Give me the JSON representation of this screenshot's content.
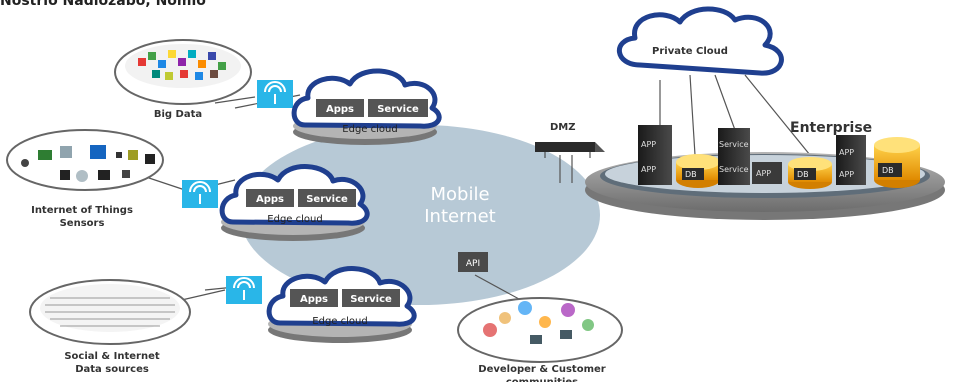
{
  "header": {
    "clipped_title": "Nostrio Nadiozabo, Nomio"
  },
  "labels": {
    "big_data": "Big Data",
    "iot_line1": "Internet of Things",
    "iot_line2": "Sensors",
    "social_line1": "Social & Internet",
    "social_line2": "Data sources",
    "dev_line1": "Developer & Customer",
    "dev_line2": "communities",
    "private_cloud": "Private Cloud",
    "dmz": "DMZ",
    "enterprise": "Enterprise",
    "mobile_line1": "Mobile",
    "mobile_line2": "Internet",
    "api": "API"
  },
  "edge_clouds": [
    {
      "apps": "Apps",
      "service": "Service",
      "label": "Edge cloud"
    },
    {
      "apps": "Apps",
      "service": "Service",
      "label": "Edge cloud"
    },
    {
      "apps": "Apps",
      "service": "Service",
      "label": "Edge cloud"
    }
  ],
  "enterprise_units": {
    "app": "APP",
    "db": "DB",
    "service": "Service"
  },
  "colors": {
    "cloud_stroke": "#1f3f8f",
    "mobile_internet": "#b7c9d6",
    "wireless_icon": "#29b6e8",
    "ring": "#8a8a8a",
    "box_dark": "#333333"
  }
}
